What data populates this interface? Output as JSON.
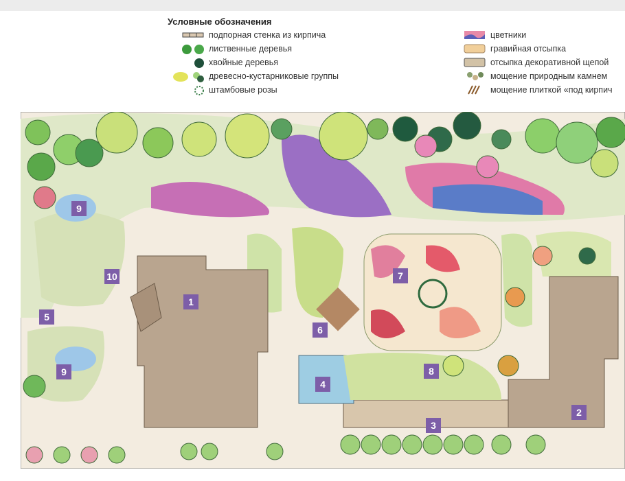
{
  "legend": {
    "title": "Условные обозначения",
    "left_items": [
      {
        "icon": "brick-retaining-wall-icon",
        "label": "подпорная стенка из кирпича"
      },
      {
        "icon": "deciduous-tree-icon",
        "label": "лиственные деревья"
      },
      {
        "icon": "conifer-tree-icon",
        "label": "хвойные деревья"
      },
      {
        "icon": "shrub-group-icon",
        "label": "древесно-кустарниковые группы"
      },
      {
        "icon": "standard-rose-icon",
        "label": "штамбовые розы"
      }
    ],
    "right_items": [
      {
        "icon": "flowerbed-icon",
        "label": "цветники"
      },
      {
        "icon": "gravel-fill-icon",
        "label": "гравийная отсыпка"
      },
      {
        "icon": "wood-chip-fill-icon",
        "label": "отсыпка декоративной щепой"
      },
      {
        "icon": "natural-stone-paving-icon",
        "label": "мощение природным камнем"
      },
      {
        "icon": "brick-tile-paving-icon",
        "label": "мощение плиткой «под кирпич"
      }
    ]
  },
  "plan_labels": [
    "9",
    "10",
    "5",
    "9",
    "1",
    "6",
    "4",
    "7",
    "8",
    "3",
    "2"
  ],
  "colors": {
    "label": "#7d5ea8",
    "ground": "#f3ece0",
    "house": "#b9a58f"
  }
}
